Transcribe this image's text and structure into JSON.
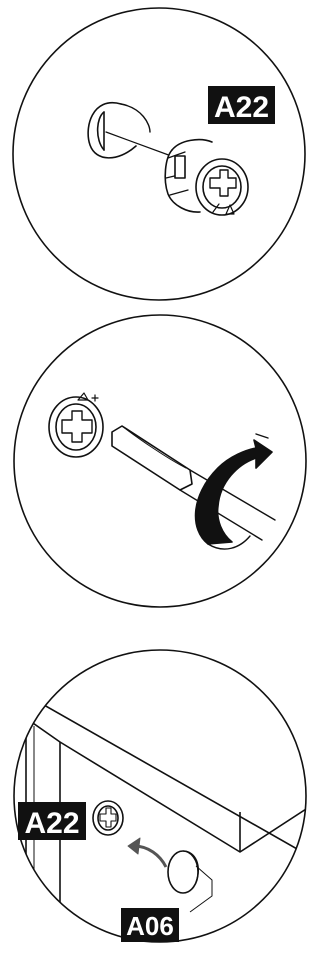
{
  "steps": [
    {
      "part_label": "A22"
    },
    {
      "part_label": ""
    },
    {
      "part_label": "A22",
      "cover_label": "A06"
    }
  ],
  "colors": {
    "ink": "#111111",
    "label_bg": "#111111",
    "label_text": "#ffffff",
    "background": "#ffffff"
  }
}
